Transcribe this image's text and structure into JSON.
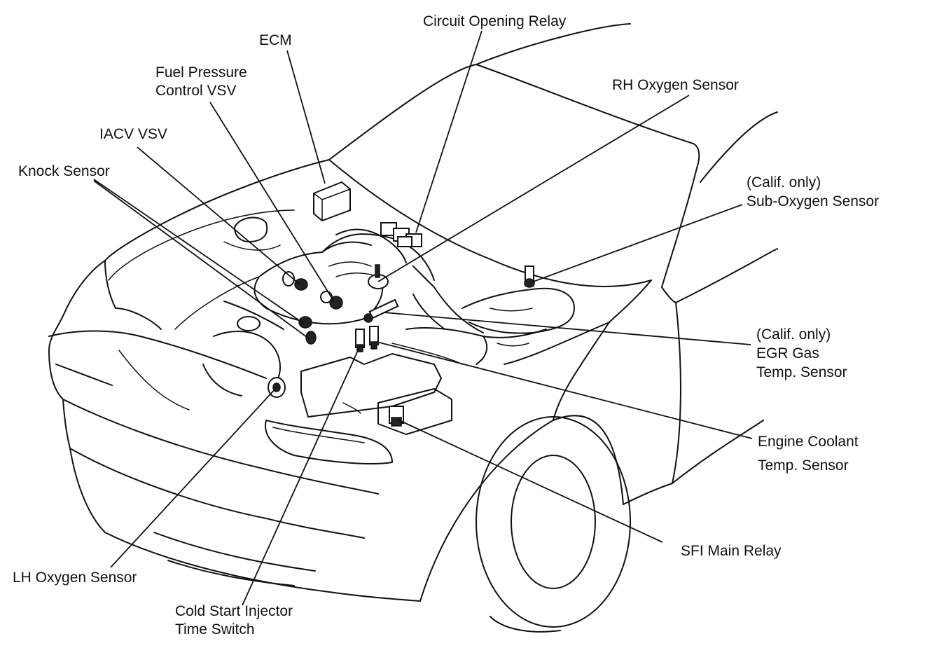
{
  "labels": {
    "circuit_opening_relay": "Circuit Opening Relay",
    "ecm": "ECM",
    "fuel_pressure_line1": "Fuel Pressure",
    "fuel_pressure_line2": "Control VSV",
    "rh_oxygen_sensor": "RH Oxygen Sensor",
    "iacv_vsv": "IACV VSV",
    "knock_sensor": "Knock Sensor",
    "sub_oxygen_line1": "(Calif. only)",
    "sub_oxygen_line2": "Sub-Oxygen Sensor",
    "egr_line1": "(Calif. only)",
    "egr_line2": "EGR Gas",
    "egr_line3": "Temp. Sensor",
    "coolant_line1": "Engine Coolant",
    "coolant_line2": "Temp. Sensor",
    "sfi_main_relay": "SFI Main Relay",
    "lh_oxygen_sensor": "LH Oxygen Sensor",
    "cold_start_line1": "Cold Start Injector",
    "cold_start_line2": "Time Switch"
  }
}
